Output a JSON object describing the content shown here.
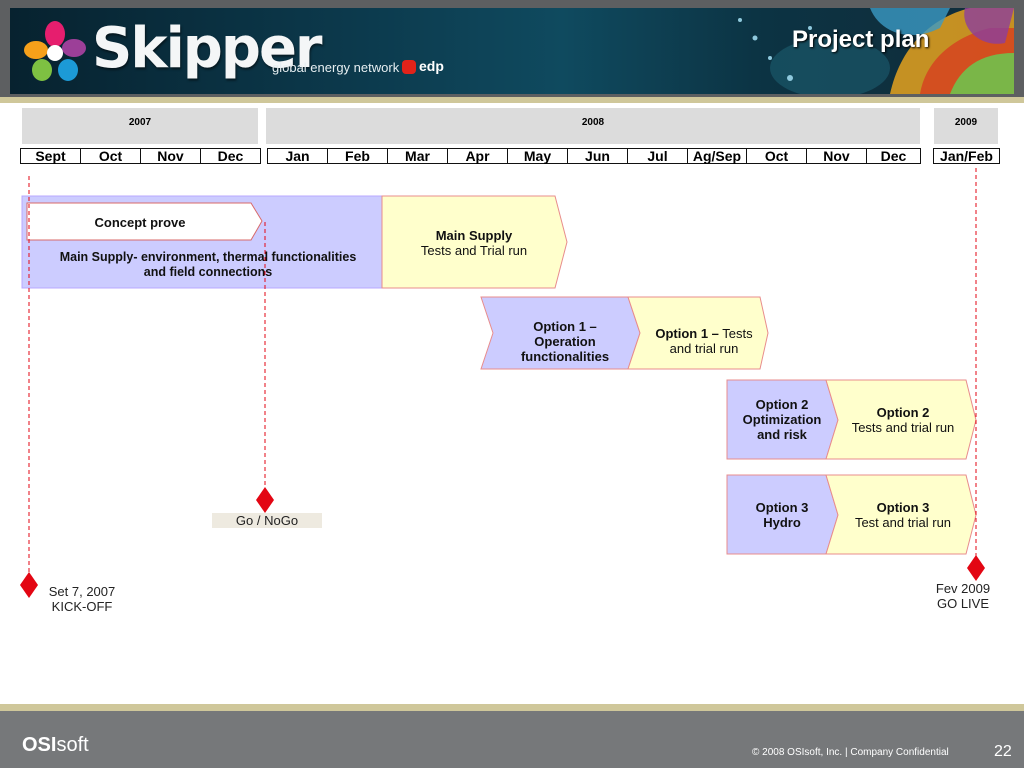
{
  "header": {
    "brand": "Skipper",
    "subtitle": "global energy network",
    "partner": "edp",
    "title": "Project plan"
  },
  "timeline": {
    "years": [
      "2007",
      "2008",
      "2009"
    ],
    "months": [
      "Sept",
      "Oct",
      "Nov",
      "Dec",
      "Jan",
      "Feb",
      "Mar",
      "Apr",
      "May",
      "Jun",
      "Jul",
      "Ag/Sep",
      "Oct",
      "Nov",
      "Dec",
      "Jan/Feb"
    ]
  },
  "tasks": {
    "concept": "Concept prove",
    "main_env_line1": "Main Supply- environment, thermal functionalities",
    "main_env_line2": "and field connections",
    "main_tests_title": "Main Supply",
    "main_tests_sub": "Tests and Trial run",
    "opt1_ops_line1": "Option 1 –",
    "opt1_ops_line2": "Operation",
    "opt1_ops_line3": "functionalities",
    "opt1_tests_title": "Option 1 –",
    "opt1_tests_sub_a": "Tests",
    "opt1_tests_sub_b": "and trial run",
    "opt2_line1": "Option 2",
    "opt2_line2": "Optimization",
    "opt2_line3": "and risk",
    "opt2_tests_title": "Option 2",
    "opt2_tests_sub": "Tests and trial run",
    "opt3_line1": "Option 3",
    "opt3_line2": "Hydro",
    "opt3_tests_title": "Option 3",
    "opt3_tests_sub": "Test and trial run"
  },
  "milestones": {
    "kickoff_date": "Set 7, 2007",
    "kickoff_label": "KICK-OFF",
    "gonogo_label": "Go / NoGo",
    "golive_date": "Fev 2009",
    "golive_label": "GO LIVE"
  },
  "footer": {
    "logo_bold": "OSI",
    "logo_light": "soft",
    "copyright": "© 2008 OSIsoft, Inc.  |  Company Confidential",
    "page": "22"
  },
  "colors": {
    "lavender": "#ccccff",
    "cream": "#ffffcc",
    "milestone": "#e30613"
  }
}
